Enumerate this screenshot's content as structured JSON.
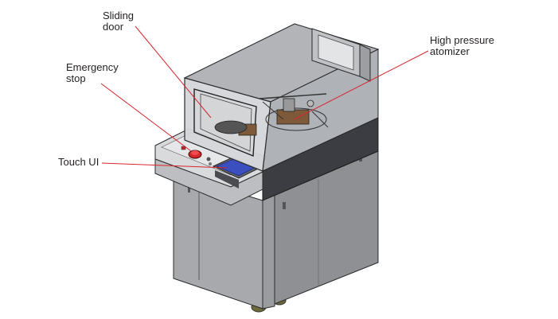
{
  "labels": {
    "sliding_door": "Sliding\ndoor",
    "emergency_stop": "Emergency\nstop",
    "touch_ui": "Touch UI",
    "high_pressure_atomizer": "High pressure\natomizer"
  },
  "colors": {
    "leader_line": "#d7262e",
    "cabinet_front": "#a7a9ac",
    "cabinet_side": "#8e9094",
    "dark_band": "#3b3d42",
    "enclosure_glass": "#c6c8cc",
    "touch_screen": "#3b4fbf",
    "estop_red": "#d7262e"
  }
}
